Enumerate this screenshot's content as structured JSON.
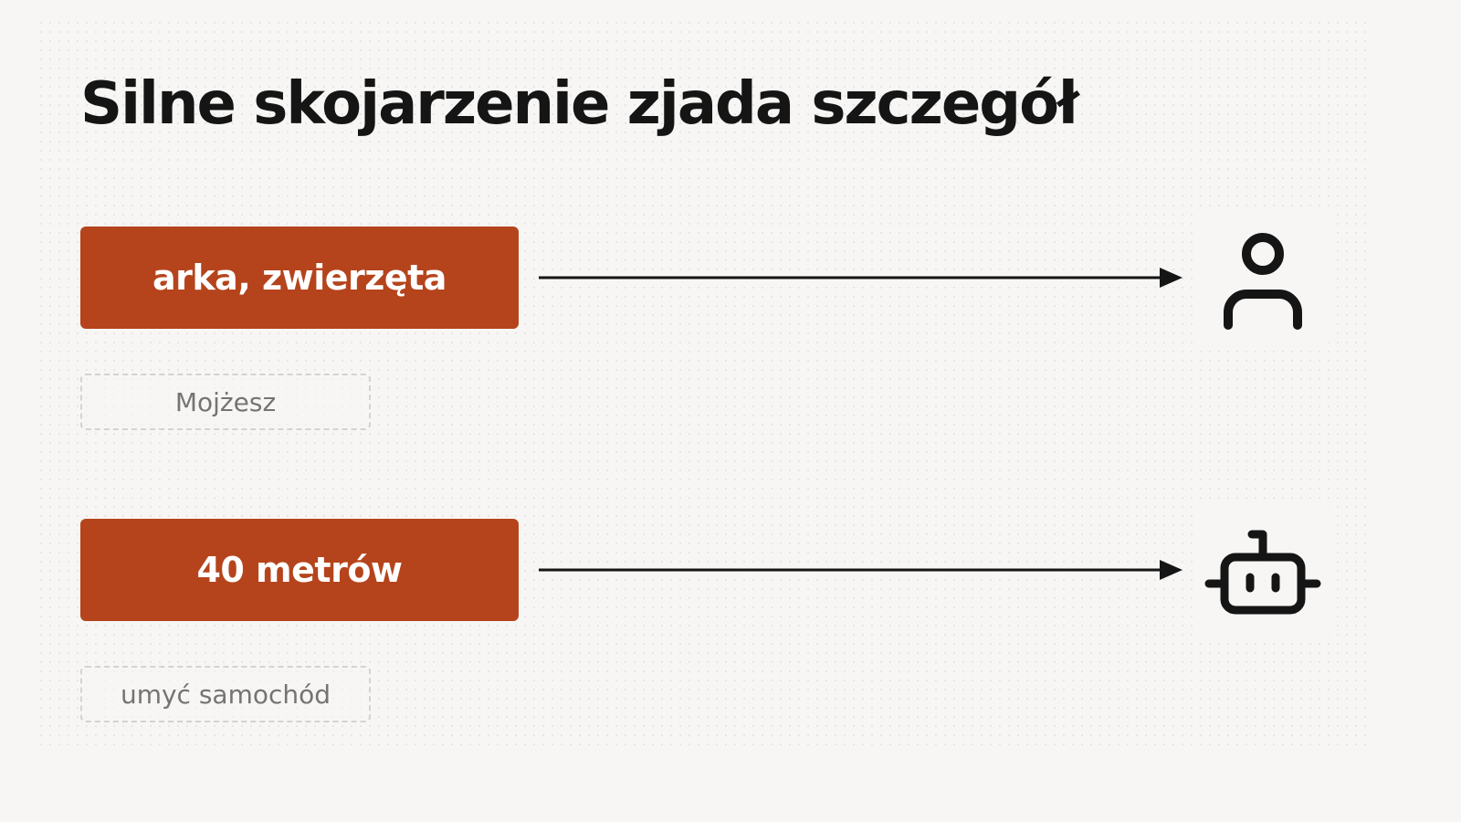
{
  "title": "Silne skojarzenie zjada szczegół",
  "colors": {
    "accent": "#b5441c",
    "text": "#151515",
    "muted_text": "#777371",
    "background": "#f7f6f4"
  },
  "rows": [
    {
      "term": "arka, zwierzęta",
      "hint": "Mojżesz",
      "icon": "person-icon"
    },
    {
      "term": "40 metrów",
      "hint": "umyć samochód",
      "icon": "robot-icon"
    }
  ]
}
